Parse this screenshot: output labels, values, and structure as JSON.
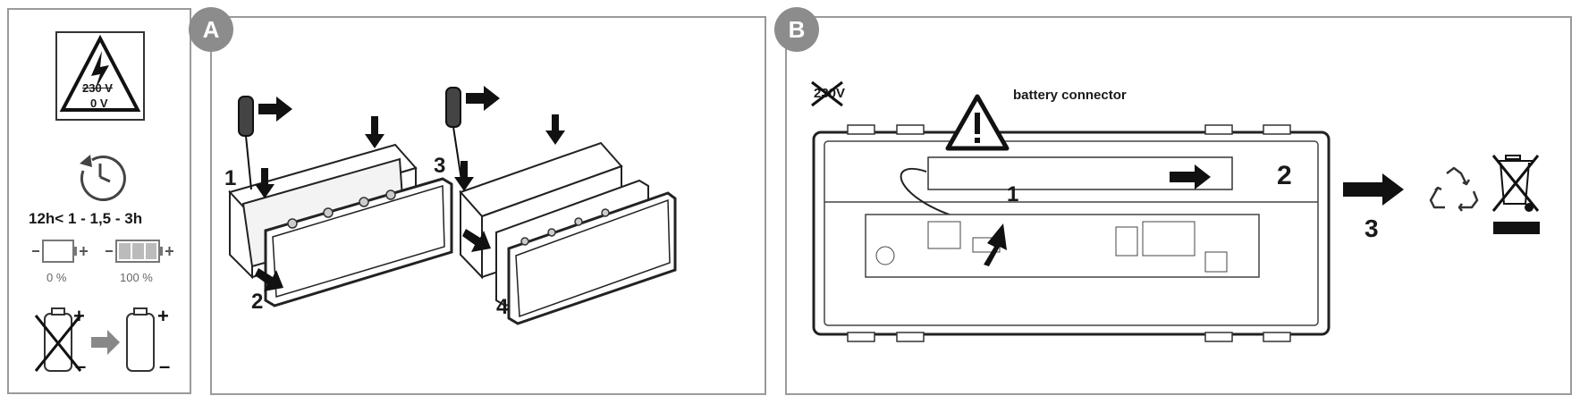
{
  "left_panel": {
    "warning_top_value": "230 V",
    "warning_bottom_value": "0 V",
    "charge_time": "12h< 1 - 1,5 - 3h",
    "battery_empty_label": "0 %",
    "battery_full_label": "100 %"
  },
  "panel_a": {
    "badge": "A",
    "steps": [
      "1",
      "2",
      "3",
      "4"
    ]
  },
  "panel_b": {
    "badge": "B",
    "voltage_label": "230V",
    "connector_label": "battery connector",
    "steps": [
      "1",
      "2",
      "3"
    ]
  },
  "colors": {
    "badge_bg": "#8c8c8c",
    "frame": "#9a9a9a",
    "ink": "#1a1a1a"
  }
}
